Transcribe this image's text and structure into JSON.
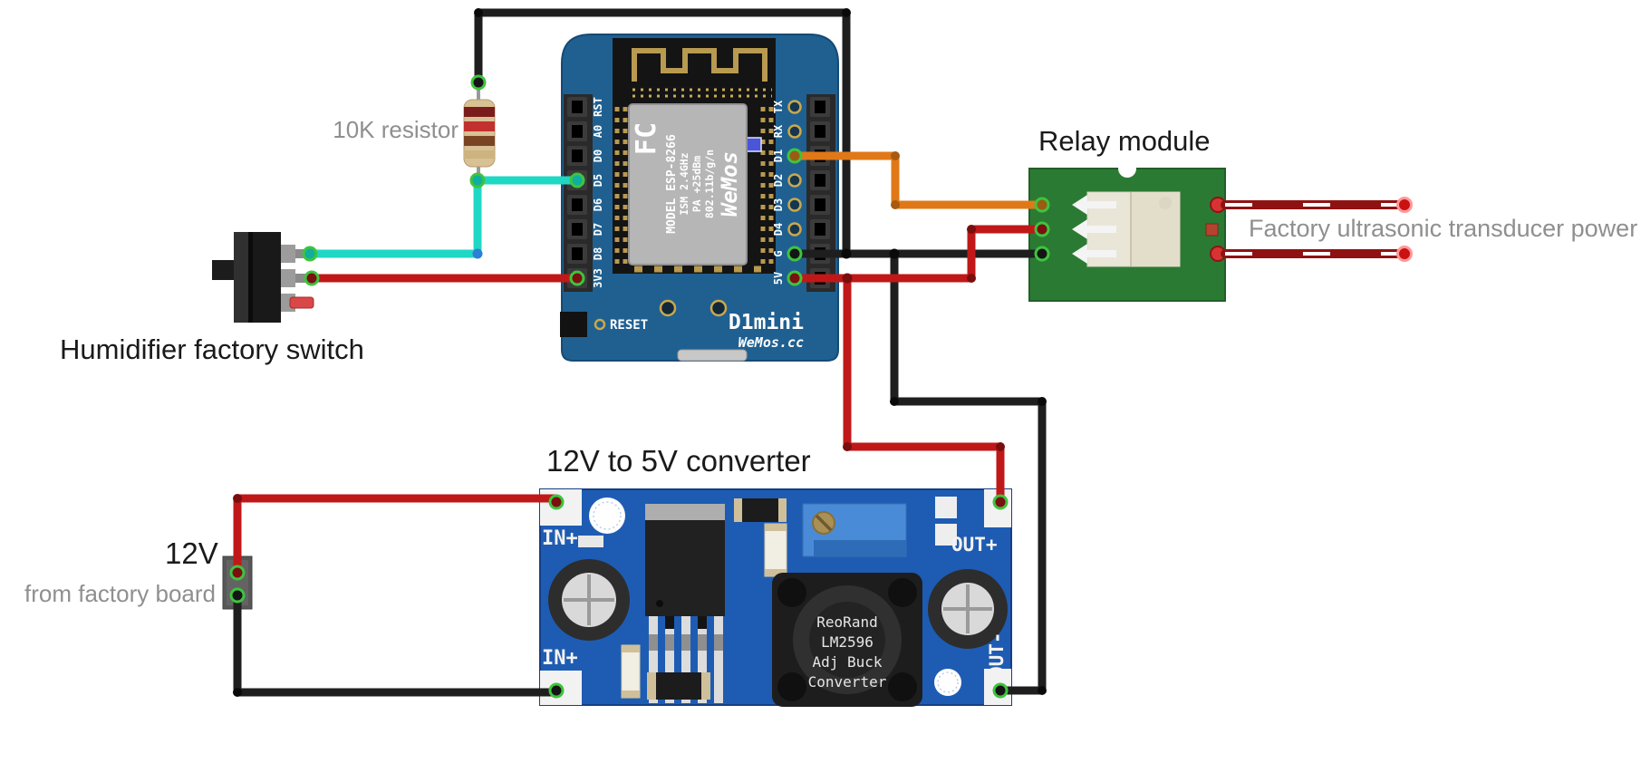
{
  "labels": {
    "resistor": "10K resistor",
    "switch": "Humidifier factory switch",
    "relay": "Relay module",
    "transducer": "Factory ultrasonic transducer power",
    "converter": "12V to 5V converter",
    "supply": "12V",
    "supply_sub": "from factory board"
  },
  "d1mini": {
    "pins_left": [
      "RST",
      "A0",
      "D0",
      "D5",
      "D6",
      "D7",
      "D8",
      "3V3"
    ],
    "pins_right": [
      "TX",
      "RX",
      "D1",
      "D2",
      "D3",
      "D4",
      "G",
      "5V"
    ],
    "reset_label": "RESET",
    "board_name": "D1mini",
    "brand": "WeMos.cc",
    "shield": {
      "fcc": "FC",
      "model": "MODEL ESP-8266",
      "ism": "ISM 2.4GHz",
      "pa": "PA +25dBm",
      "wifi": "802.11b/g/n",
      "logo": "WeMos"
    }
  },
  "converter": {
    "in_top": "IN+",
    "in_bottom": "IN+",
    "out_plus": "OUT+",
    "out_minus": "OUT-",
    "chip_lines": [
      "ReoRand",
      "LM2596",
      "Adj Buck",
      "Converter"
    ]
  },
  "colors": {
    "wire_black": "#1e1e1e",
    "wire_red": "#c01818",
    "wire_cyan": "#1fd8c4",
    "wire_orange": "#e07818",
    "d1_board_blue": "#1f6091",
    "relay_green": "#2b7a33",
    "converter_blue": "#1e5cb3",
    "connector_ring_green": "#3ec43e",
    "striped_wire_red": "#8f1212"
  },
  "connections": [
    {
      "color": "cyan",
      "from": "Humidifier factory switch top pin",
      "to": "D1 mini D5 (via 10K resistor junction)"
    },
    {
      "color": "red",
      "from": "Humidifier factory switch middle pin",
      "to": "D1 mini 3V3"
    },
    {
      "color": "black",
      "from": "10K resistor top",
      "to": "D1 mini G"
    },
    {
      "color": "black",
      "from": "D1 mini G",
      "to": "Relay module bottom pin"
    },
    {
      "color": "black",
      "from": "Ground rail",
      "to": "Converter OUT- pad"
    },
    {
      "color": "red",
      "from": "D1 mini 5V",
      "to": "Relay module middle pin"
    },
    {
      "color": "red",
      "from": "D1 mini 5V",
      "to": "Converter OUT+ pad"
    },
    {
      "color": "orange",
      "from": "D1 mini D1",
      "to": "Relay module top pin"
    },
    {
      "color": "red",
      "from": "12V supply +",
      "to": "Converter IN+ pad"
    },
    {
      "color": "black",
      "from": "12V supply -",
      "to": "Converter bottom-left pad"
    },
    {
      "color": "striped-red",
      "from": "Relay module outputs",
      "to": "Factory ultrasonic transducer power"
    }
  ]
}
